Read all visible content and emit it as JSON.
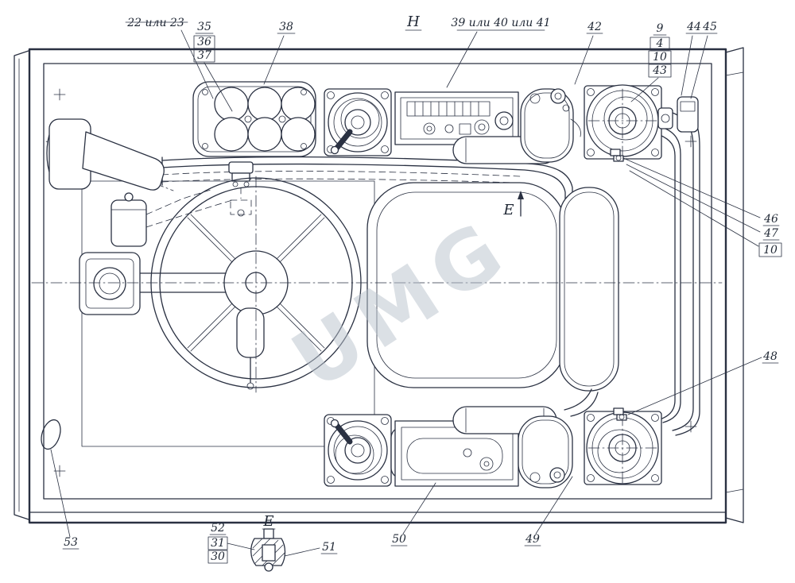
{
  "drawing": {
    "watermark": "UMG",
    "colors": {
      "line": "#2a3142",
      "watermark": "#b9c2cc",
      "background": "#ffffff"
    },
    "views": {
      "top_view": "Н",
      "seat_direction": "Е",
      "detail_view": "Е"
    },
    "callouts": {
      "struck_note": "22 или 23",
      "c35": "35",
      "c36": "36",
      "c37": "37",
      "c38": "38",
      "c39": "39 или 40 или 41",
      "c42": "42",
      "c9": "9",
      "c4": "4",
      "c10_top": "10",
      "c43": "43",
      "c44": "44",
      "c45": "45",
      "c46": "46",
      "c47": "47",
      "c10_side": "10",
      "c48": "48",
      "c49": "49",
      "c50": "50",
      "c51": "51",
      "c52": "52",
      "c31": "31",
      "c30": "30",
      "c53": "53"
    }
  }
}
